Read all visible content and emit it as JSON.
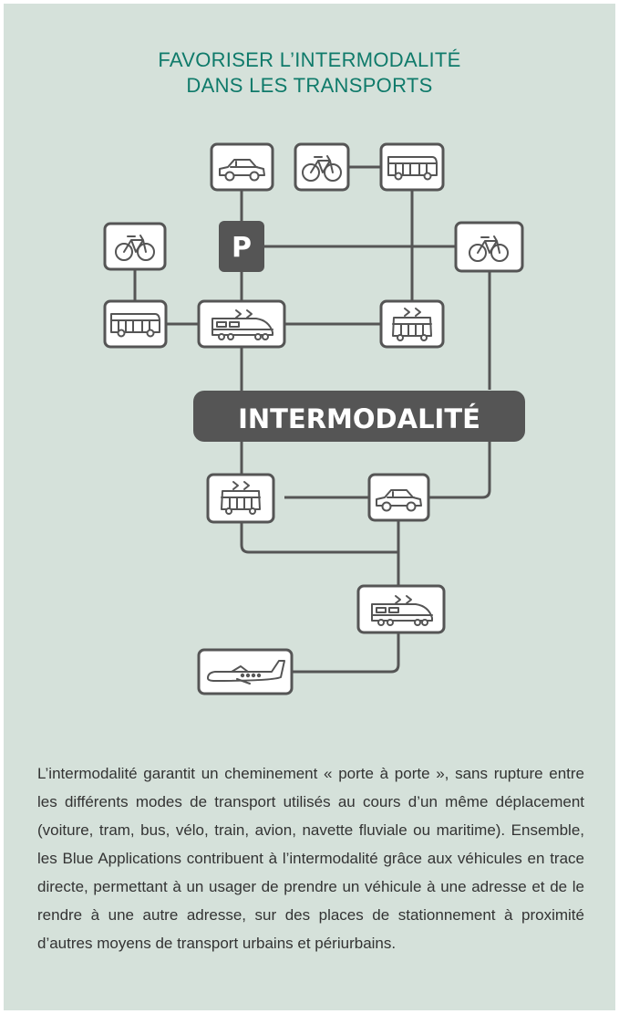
{
  "header": {
    "title_line1": "FAVORISER L’INTERMODALITÉ",
    "title_line2": "DANS LES TRANSPORTS"
  },
  "diagram": {
    "hub_label": "INTERMODALITÉ",
    "parking_label": "P",
    "nodes": [
      "car",
      "bicycle",
      "bus",
      "bicycle",
      "parking",
      "bicycle",
      "bus",
      "train",
      "tram",
      "tram",
      "car",
      "train",
      "plane"
    ]
  },
  "colors": {
    "panel_background": "#d5e1da",
    "title": "#0f7a6a",
    "lines": "#555555",
    "hub_fill": "#555555"
  },
  "body": {
    "paragraph": "L’intermodalité garantit un cheminement « porte à porte », sans rupture entre les différents modes de transport utilisés au cours d’un même déplacement (voiture, tram, bus, vélo, train, avion, navette fluviale ou maritime). Ensemble, les Blue Applications contribuent à l’intermodalité grâce aux véhicules en trace directe, permettant à un usager de prendre un véhicule à une adresse et de le rendre à une autre adresse, sur des places de stationnement à proximité d’autres moyens de transport urbains et périurbains."
  }
}
